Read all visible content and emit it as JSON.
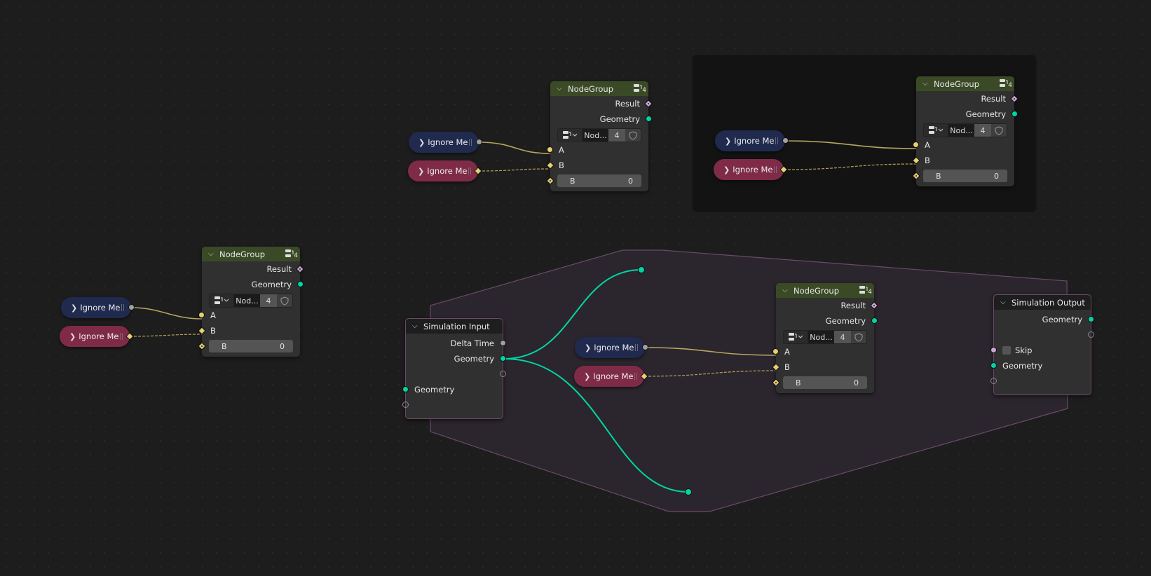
{
  "colors": {
    "background": "#1d1d1d",
    "node_body": "#303030",
    "group_header": "#3b4a26",
    "sim_header": "#1e1e1e",
    "zone_fill": "#2b252d",
    "zone_border": "#6a4a6a",
    "frame": "#131313",
    "geometry_socket": "#00d6a3",
    "float_socket": "#a1a1a1",
    "int_socket": "#e6cf72",
    "bool_socket": "#cca6d6",
    "reroute_blue": "#1f2a4e",
    "reroute_red": "#7f2b48"
  },
  "icons": {
    "collapse": "chevron-down-icon",
    "expand": "chevron-right-icon",
    "node_tree": "node-tree-icon",
    "fake_user": "shield-icon",
    "grip": "grip-icon"
  },
  "node_groups": [
    {
      "title": "NodeGroup",
      "header_count": "4",
      "outputs": [
        "Result",
        "Geometry"
      ],
      "selector": {
        "name": "Nod...",
        "users": "4"
      },
      "inputs": [
        "A",
        "B"
      ],
      "field": {
        "label": "B",
        "value": "0"
      }
    },
    {
      "title": "NodeGroup",
      "header_count": "4",
      "outputs": [
        "Result",
        "Geometry"
      ],
      "selector": {
        "name": "Nod...",
        "users": "4"
      },
      "inputs": [
        "A",
        "B"
      ],
      "field": {
        "label": "B",
        "value": "0"
      }
    },
    {
      "title": "NodeGroup",
      "header_count": "4",
      "outputs": [
        "Result",
        "Geometry"
      ],
      "selector": {
        "name": "Nod...",
        "users": "4"
      },
      "inputs": [
        "A",
        "B"
      ],
      "field": {
        "label": "B",
        "value": "0"
      }
    },
    {
      "title": "NodeGroup",
      "header_count": "4",
      "outputs": [
        "Result",
        "Geometry"
      ],
      "selector": {
        "name": "Nod...",
        "users": "4"
      },
      "inputs": [
        "A",
        "B"
      ],
      "field": {
        "label": "B",
        "value": "0"
      }
    }
  ],
  "reroutes": [
    {
      "label": "Ignore Me"
    },
    {
      "label": "Ignore Me"
    },
    {
      "label": "Ignore Me"
    },
    {
      "label": "Ignore Me"
    },
    {
      "label": "Ignore Me"
    },
    {
      "label": "Ignore Me"
    },
    {
      "label": "Ignore Me"
    },
    {
      "label": "Ignore Me"
    }
  ],
  "simulation_input": {
    "title": "Simulation Input",
    "outputs": [
      "Delta Time",
      "Geometry"
    ],
    "inputs": [
      "Geometry"
    ]
  },
  "simulation_output": {
    "title": "Simulation Output",
    "outputs": [
      "Geometry"
    ],
    "inputs": [
      "Skip",
      "Geometry"
    ]
  }
}
